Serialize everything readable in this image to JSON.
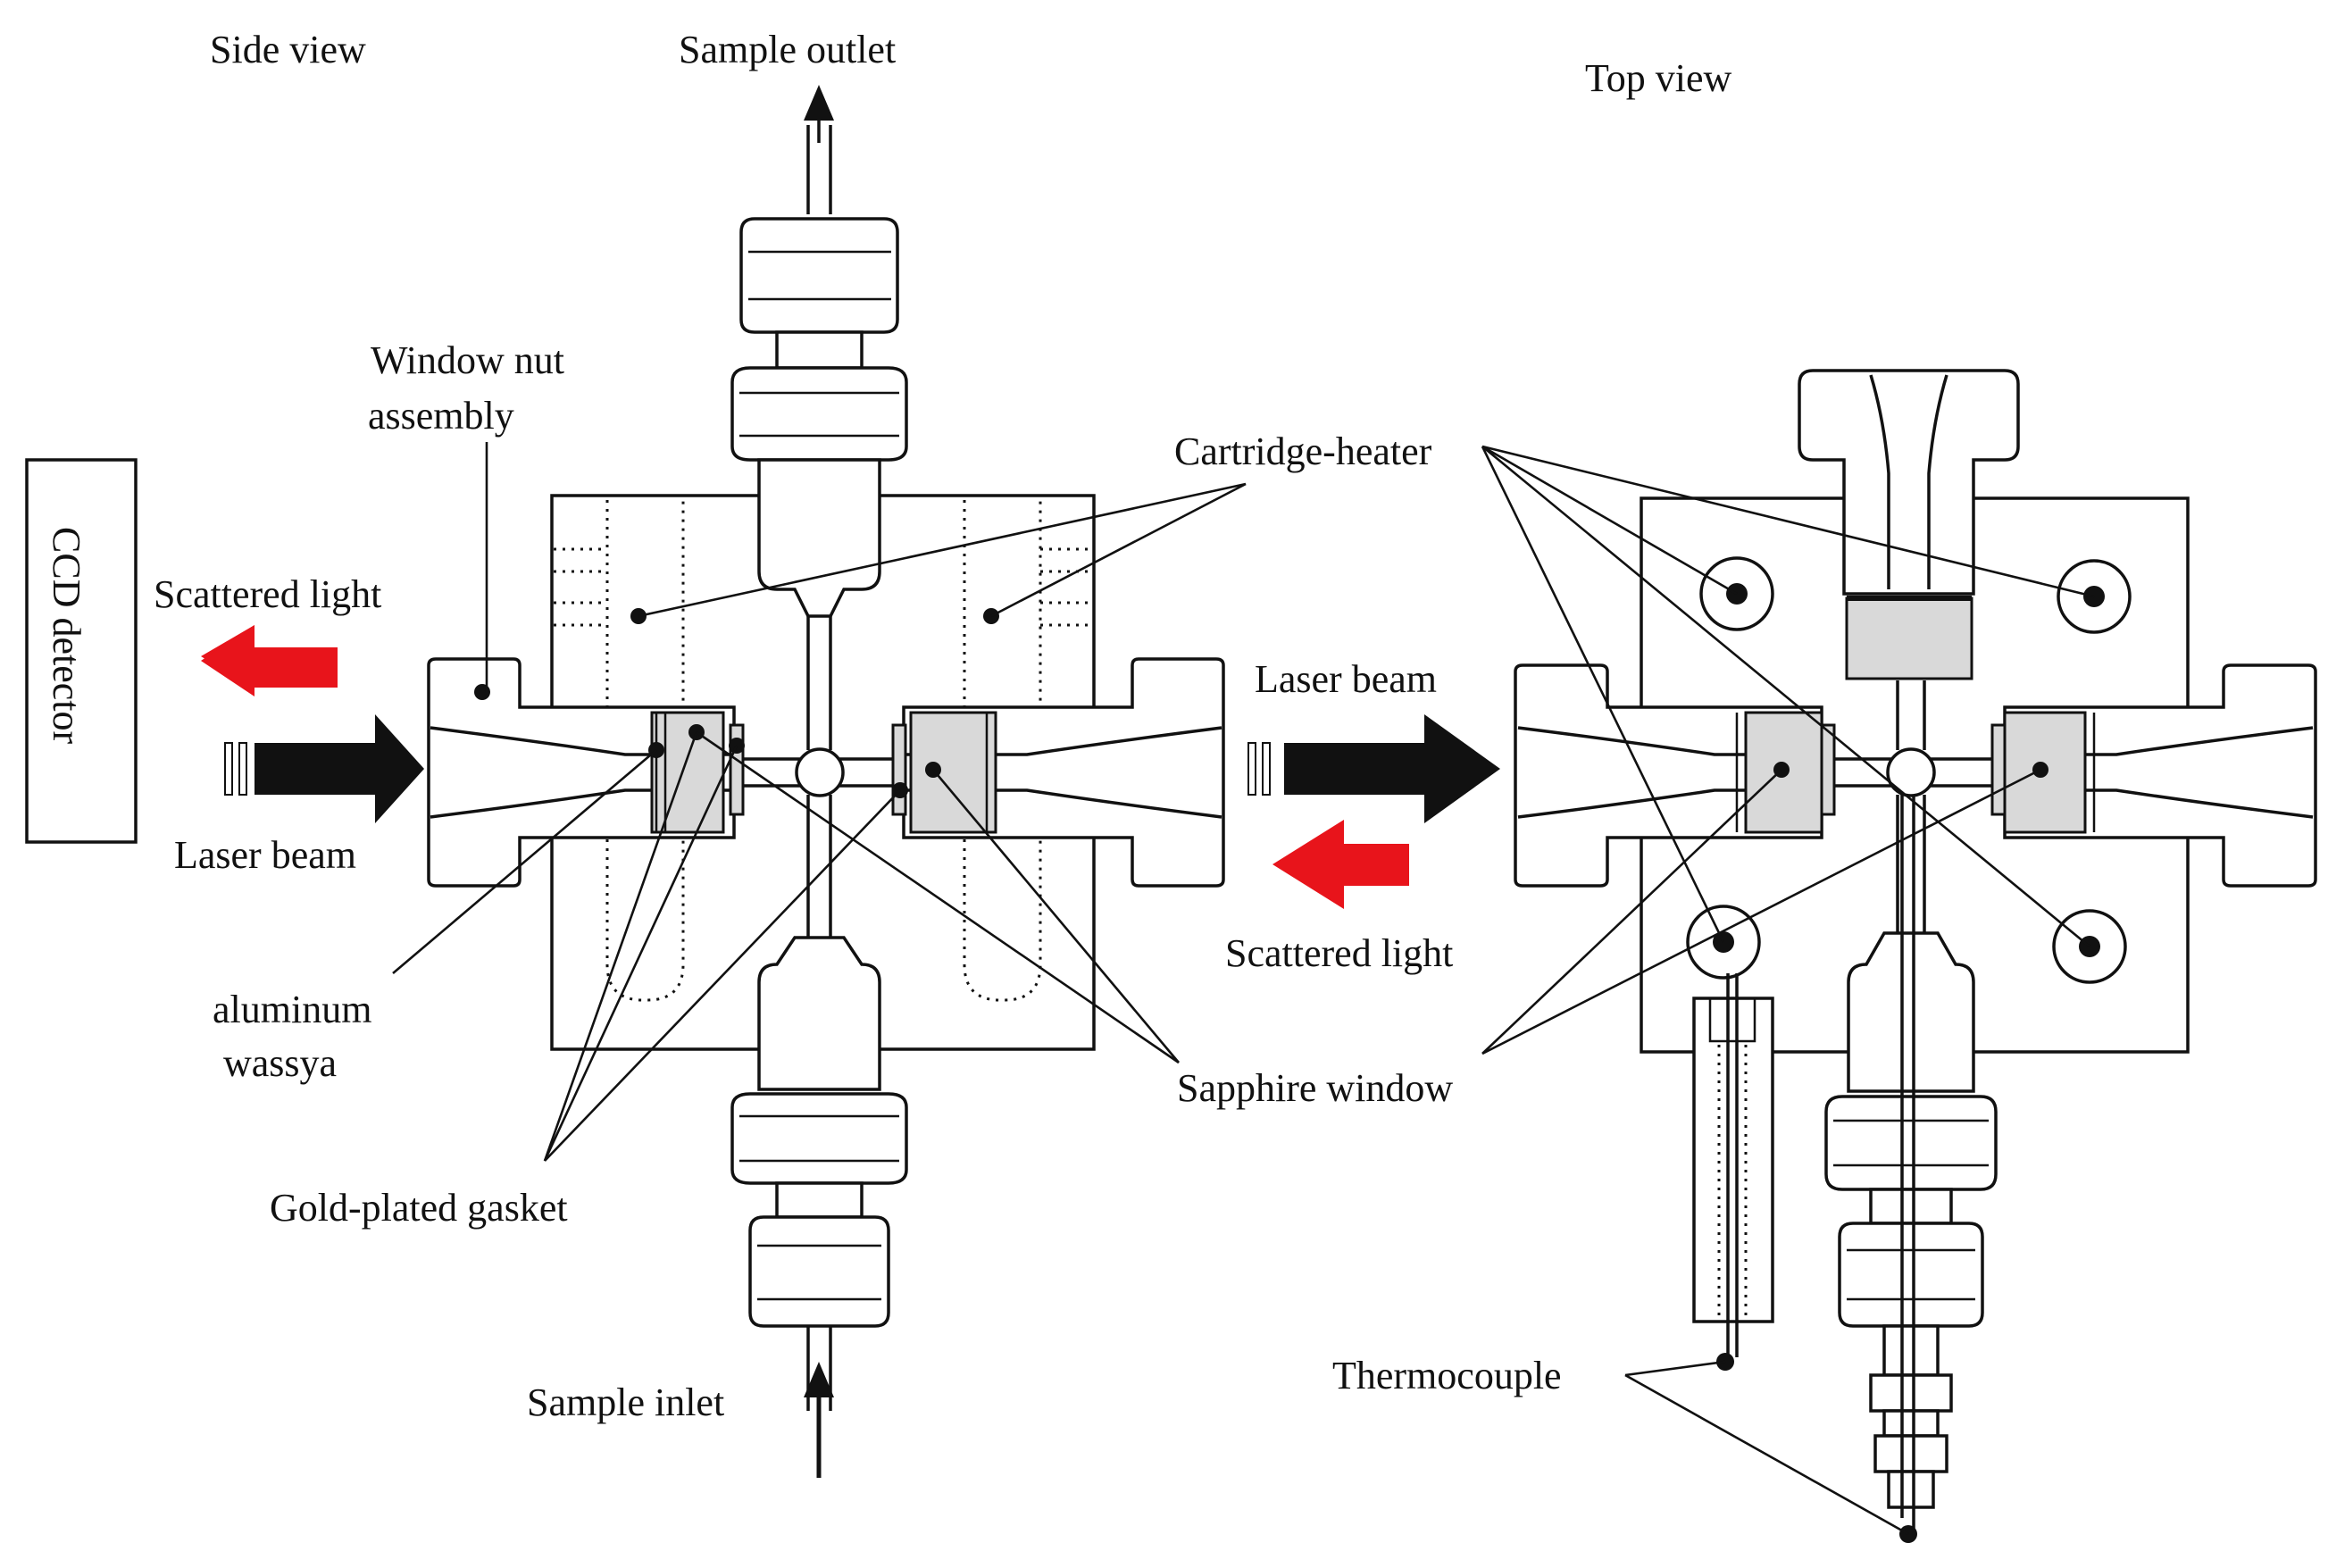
{
  "views": {
    "side_view": "Side view",
    "top_view": "Top view"
  },
  "labels": {
    "sample_outlet": "Sample outlet",
    "sample_inlet": "Sample inlet",
    "window_nut_assembly_line1": "Window nut",
    "window_nut_assembly_line2": "assembly",
    "cartridge_heater": "Cartridge-heater",
    "ccd_detector": "CCD detector",
    "scattered_light_left": "Scattered light",
    "laser_beam_left": "Laser beam",
    "laser_beam_right": "Laser beam",
    "scattered_light_right": "Scattered light",
    "aluminum_line1": "aluminum",
    "aluminum_line2": "wassya",
    "gold_plated_gasket": "Gold-plated gasket",
    "sapphire_window": "Sapphire window",
    "thermocouple": "Thermocouple"
  },
  "colors": {
    "scattered_arrow": "#e8141b",
    "laser_arrow": "#111111",
    "line": "#111111",
    "window_fill": "#d9d9d9"
  }
}
